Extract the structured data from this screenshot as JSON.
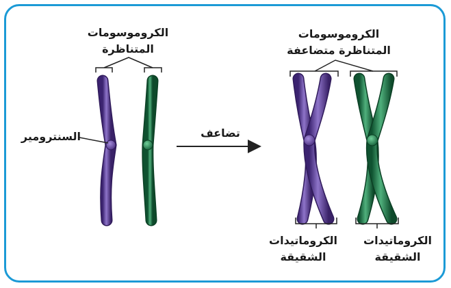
{
  "labels": {
    "homologous_line1": "الكروموسومات",
    "homologous_line2": "المتناظرة",
    "duplicated_line1": "الكروموسومات",
    "duplicated_line2": "المتناظرة متضاعفة",
    "centromere": "السنترومير",
    "duplication": "تضاعف",
    "sister_left_line1": "الكروماتيدات",
    "sister_left_line2": "الشقيقة",
    "sister_right_line1": "الكروماتيدات",
    "sister_right_line2": "الشقيقة"
  },
  "colors": {
    "frame": "#1b9ad6",
    "purple_chromosome": "#5b3f93",
    "green_chromosome": "#1f7a4a"
  }
}
